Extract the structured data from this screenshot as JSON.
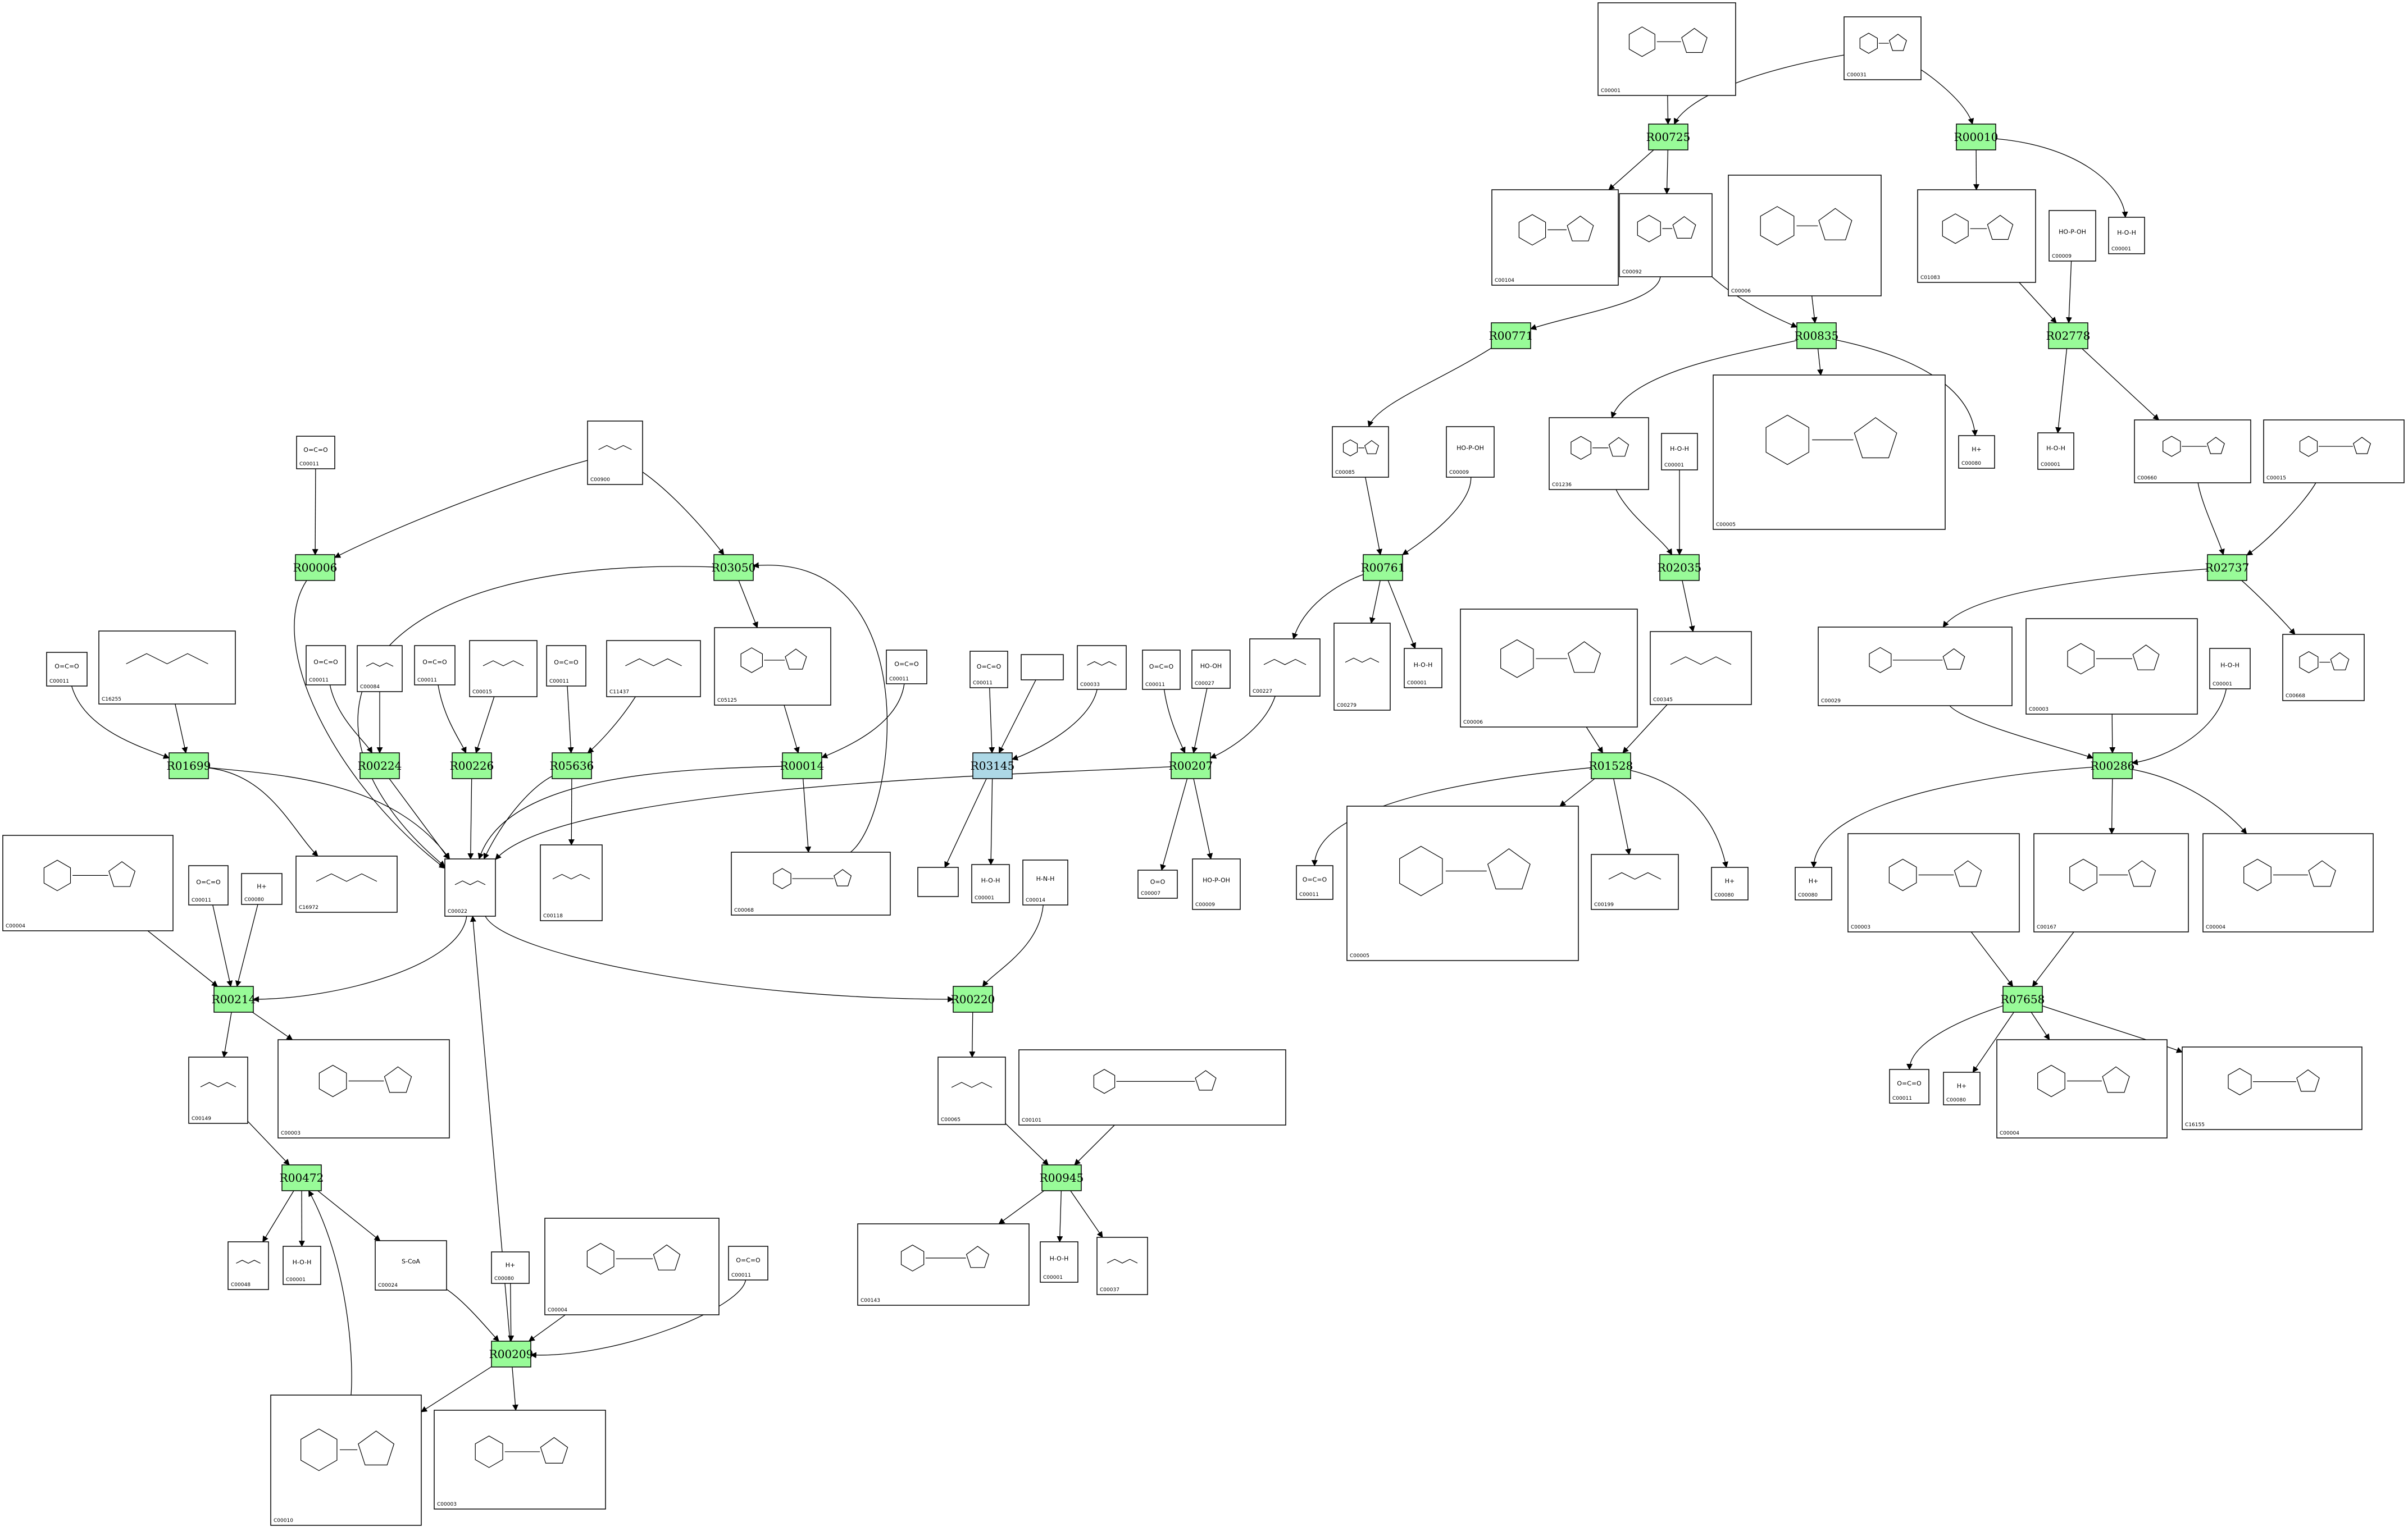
{
  "colors": {
    "reaction": "#98fb98",
    "reaction_selected": "#add8e6",
    "stroke": "#000000",
    "background": "#ffffff"
  },
  "reactions": [
    {
      "id": "R00725"
    },
    {
      "id": "R00010"
    },
    {
      "id": "R00771"
    },
    {
      "id": "R00835"
    },
    {
      "id": "R02778"
    },
    {
      "id": "R00006"
    },
    {
      "id": "R03050"
    },
    {
      "id": "R00761"
    },
    {
      "id": "R02035"
    },
    {
      "id": "R02737"
    },
    {
      "id": "R01699"
    },
    {
      "id": "R00224"
    },
    {
      "id": "R00226"
    },
    {
      "id": "R05636"
    },
    {
      "id": "R00014"
    },
    {
      "id": "R03145",
      "selected": true
    },
    {
      "id": "R00207"
    },
    {
      "id": "R01528"
    },
    {
      "id": "R00286"
    },
    {
      "id": "R00214"
    },
    {
      "id": "R00220"
    },
    {
      "id": "R07658"
    },
    {
      "id": "R00472"
    },
    {
      "id": "R00945"
    },
    {
      "id": "R00209"
    }
  ],
  "compounds": [
    {
      "key": "c00001a",
      "label": "C00001",
      "kind": "ring"
    },
    {
      "key": "c00031",
      "label": "C00031",
      "kind": "ring"
    },
    {
      "key": "c00104",
      "label": "C00104",
      "kind": "ring"
    },
    {
      "key": "c00092a",
      "label": "C00092",
      "kind": "ring"
    },
    {
      "key": "c00006a",
      "label": "C00006",
      "kind": "ring"
    },
    {
      "key": "c01083",
      "label": "C01083",
      "kind": "ring"
    },
    {
      "key": "c00009a",
      "label": "C00009",
      "formula": "HO-P-OH"
    },
    {
      "key": "w1",
      "label": "C00001",
      "formula": "H-O-H"
    },
    {
      "key": "c00011a",
      "label": "C00011",
      "formula": "O=C=O"
    },
    {
      "key": "c00900",
      "label": "C00900",
      "kind": "chain"
    },
    {
      "key": "c00085",
      "label": "C00085",
      "kind": "ring"
    },
    {
      "key": "c00009b",
      "label": "C00009",
      "formula": "HO-P-OH"
    },
    {
      "key": "c01236",
      "label": "C01236",
      "kind": "ring"
    },
    {
      "key": "w2",
      "label": "C00001",
      "formula": "H-O-H"
    },
    {
      "key": "c00005a",
      "label": "C00005",
      "kind": "ring"
    },
    {
      "key": "h1",
      "label": "C00080",
      "formula": "H+"
    },
    {
      "key": "w3",
      "label": "C00001",
      "formula": "H-O-H"
    },
    {
      "key": "c00660",
      "label": "C00660",
      "kind": "ring"
    },
    {
      "key": "c00015",
      "label": "C00015",
      "kind": "ring"
    },
    {
      "key": "c00011b",
      "label": "C00011",
      "formula": "O=C=O"
    },
    {
      "key": "c16255",
      "label": "C16255",
      "kind": "chain"
    },
    {
      "key": "c00011c",
      "label": "C00011",
      "formula": "O=C=O"
    },
    {
      "key": "c00084",
      "label": "C00084",
      "kind": "chain"
    },
    {
      "key": "c00011d",
      "label": "C00011",
      "formula": "O=C=O"
    },
    {
      "key": "c00015b",
      "label": "C00015",
      "kind": "chain"
    },
    {
      "key": "c00011e",
      "label": "C00011",
      "formula": "O=C=O"
    },
    {
      "key": "c11437",
      "label": "C11437",
      "kind": "chain"
    },
    {
      "key": "c05125",
      "label": "C05125",
      "kind": "ring"
    },
    {
      "key": "c00011f",
      "label": "C00011",
      "formula": "O=C=O"
    },
    {
      "key": "c00011g",
      "label": "C00011",
      "formula": "O=C=O"
    },
    {
      "key": "blank1",
      "label": ""
    },
    {
      "key": "c00033",
      "label": "C00033",
      "kind": "chain"
    },
    {
      "key": "c00011h",
      "label": "C00011",
      "formula": "O=C=O"
    },
    {
      "key": "c00027",
      "label": "C00027",
      "formula": "HO-OH"
    },
    {
      "key": "c00227",
      "label": "C00227",
      "kind": "chain"
    },
    {
      "key": "c00279",
      "label": "C00279",
      "kind": "chain"
    },
    {
      "key": "w4",
      "label": "C00001",
      "formula": "H-O-H"
    },
    {
      "key": "c00006b",
      "label": "C00006",
      "kind": "ring"
    },
    {
      "key": "c00345",
      "label": "C00345",
      "kind": "chain"
    },
    {
      "key": "c00029",
      "label": "C00029",
      "kind": "ring"
    },
    {
      "key": "c00003a",
      "label": "C00003",
      "kind": "ring"
    },
    {
      "key": "w5",
      "label": "C00001",
      "formula": "H-O-H"
    },
    {
      "key": "c00668",
      "label": "C00668",
      "kind": "ring"
    },
    {
      "key": "c00004a",
      "label": "C00004",
      "kind": "ring"
    },
    {
      "key": "c16972",
      "label": "C16972",
      "kind": "chain"
    },
    {
      "key": "c00022",
      "label": "C00022",
      "kind": "chain"
    },
    {
      "key": "c00118",
      "label": "C00118",
      "kind": "chain"
    },
    {
      "key": "c00068",
      "label": "C00068",
      "kind": "ring"
    },
    {
      "key": "blank2",
      "label": ""
    },
    {
      "key": "w6",
      "label": "C00001",
      "formula": "H-O-H"
    },
    {
      "key": "c00014",
      "label": "C00014",
      "formula": "H-N-H"
    },
    {
      "key": "c00007",
      "label": "C00007",
      "formula": "O=O"
    },
    {
      "key": "c00009c",
      "label": "C00009",
      "formula": "HO-P-OH"
    },
    {
      "key": "c00011i",
      "label": "C00011",
      "formula": "O=C=O"
    },
    {
      "key": "c00005b",
      "label": "C00005",
      "kind": "ring"
    },
    {
      "key": "c00199",
      "label": "C00199",
      "kind": "chain"
    },
    {
      "key": "h2",
      "label": "C00080",
      "formula": "H+"
    },
    {
      "key": "h3",
      "label": "C00080",
      "formula": "H+"
    },
    {
      "key": "c00003b",
      "label": "C00003",
      "kind": "ring"
    },
    {
      "key": "c00167",
      "label": "C00167",
      "kind": "ring"
    },
    {
      "key": "c00004b",
      "label": "C00004",
      "kind": "ring"
    },
    {
      "key": "c00011j",
      "label": "C00011",
      "formula": "O=C=O"
    },
    {
      "key": "h4",
      "label": "C00080",
      "formula": "H+"
    },
    {
      "key": "c00149",
      "label": "C00149",
      "kind": "chain"
    },
    {
      "key": "c00003c",
      "label": "C00003",
      "kind": "ring"
    },
    {
      "key": "c00065",
      "label": "C00065",
      "kind": "chain"
    },
    {
      "key": "c00101",
      "label": "C00101",
      "kind": "ring"
    },
    {
      "key": "c00011k",
      "label": "C00011",
      "formula": "O=C=O"
    },
    {
      "key": "h5",
      "label": "C00080",
      "formula": "H+"
    },
    {
      "key": "c00004c",
      "label": "C00004",
      "kind": "ring"
    },
    {
      "key": "c16155",
      "label": "C16155",
      "kind": "ring"
    },
    {
      "key": "c00048",
      "label": "C00048",
      "kind": "chain"
    },
    {
      "key": "w7",
      "label": "C00001",
      "formula": "H-O-H"
    },
    {
      "key": "c00024",
      "label": "C00024",
      "formula": "S-CoA"
    },
    {
      "key": "c00143",
      "label": "C00143",
      "kind": "ring"
    },
    {
      "key": "w8",
      "label": "C00001",
      "formula": "H-O-H"
    },
    {
      "key": "c00037",
      "label": "C00037",
      "kind": "chain"
    },
    {
      "key": "h6",
      "label": "C00080",
      "formula": "H+"
    },
    {
      "key": "c00004d",
      "label": "C00004",
      "kind": "ring"
    },
    {
      "key": "c00011l",
      "label": "C00011",
      "formula": "O=C=O"
    },
    {
      "key": "c00010",
      "label": "C00010",
      "kind": "ring"
    },
    {
      "key": "c00003d",
      "label": "C00003",
      "kind": "ring"
    }
  ]
}
